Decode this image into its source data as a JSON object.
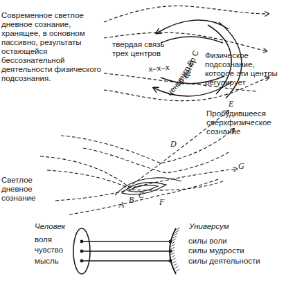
{
  "diagram": {
    "nodes": [
      {
        "text": [
          "Человек",
          "воля",
          "чувство",
          "мысль"
        ]
      },
      {
        "text": [
          "Универсум",
          "силы воли",
          "силы мудрости",
          "силы деятельности"
        ]
      }
    ],
    "edges": [
      {
        "from": 0,
        "to": 1,
        "arrow": "none"
      },
      {
        "from": 0,
        "to": 1,
        "arrow": "none"
      },
      {
        "from": 0,
        "to": 1,
        "arrow": "none"
      }
    ],
    "labels": [
      "Современное светлое дневное сознание, хранящее, в основном пассивно, результаты остающейся бессознательной деятельности физического подсознания.",
      "твердая связь трех центров",
      "x–x–x",
      "центр С",
      "центр В",
      "центр А",
      "Физическое подсознание, которое эти центры регулирует",
      "Пробудившееся сверхфизическое сознание",
      "Светлое дневное сознание",
      "A",
      "B",
      "C",
      "D",
      "E",
      "F",
      "G"
    ]
  }
}
